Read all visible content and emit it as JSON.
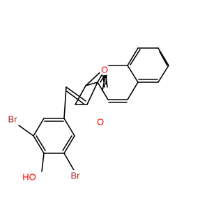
{
  "molecule": {
    "atoms": {
      "carbonyl_oxygen": {
        "symbol": "O",
        "color": "#ff0000"
      },
      "ring_oxygen": {
        "symbol": "O",
        "color": "#ff0000"
      },
      "bromine_upper": {
        "symbol": "Br",
        "color": "#a52a2a"
      },
      "bromine_lower": {
        "symbol": "Br",
        "color": "#a52a2a"
      },
      "hydroxyl": {
        "symbol": "HO",
        "color": "#ff0000",
        "h_color": "#000000"
      }
    }
  }
}
